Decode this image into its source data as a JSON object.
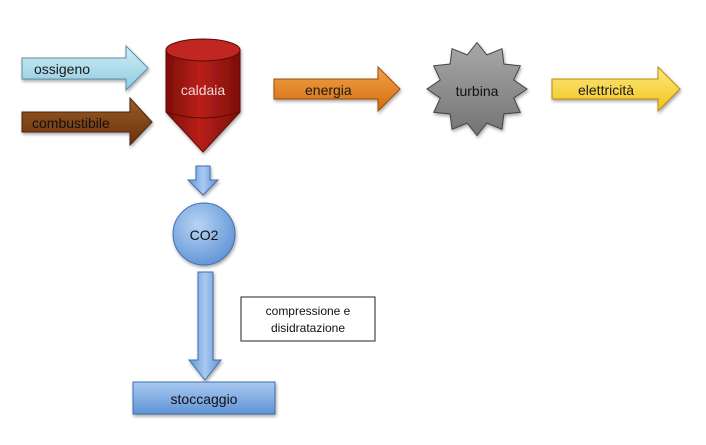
{
  "nodes": {
    "ossigeno": "ossigeno",
    "combustibile": "combustibile",
    "caldaia": "caldaia",
    "energia": "energia",
    "turbina": "turbina",
    "elettricita": "elettricità",
    "co2": "CO2",
    "stoccaggio": "stoccaggio"
  },
  "note": {
    "line1": "compressione e",
    "line2": "disidratazione"
  },
  "colors": {
    "ossigeno": "#a9dbe9",
    "combustibile": "#7a3e12",
    "caldaia": "#a01510",
    "energia": "#e5821c",
    "turbina": "#8a8a8a",
    "elettricita": "#f7d33a",
    "blue": "#74a6e4"
  }
}
